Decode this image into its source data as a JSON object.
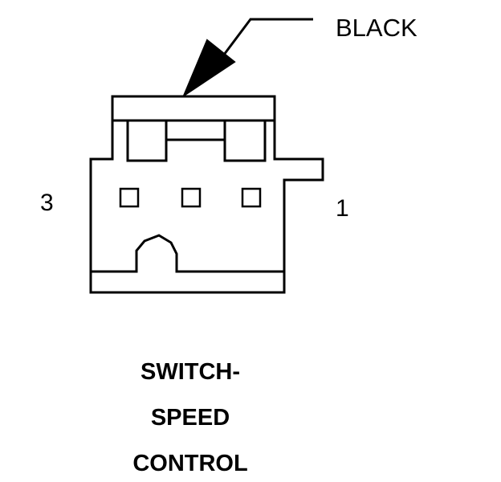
{
  "connector": {
    "color_callout": "BLACK",
    "pin_left": "3",
    "pin_right": "1",
    "title_lines": [
      "SWITCH-",
      "SPEED",
      "CONTROL"
    ]
  },
  "colors": {
    "ink": "#000000",
    "background": "#ffffff"
  }
}
